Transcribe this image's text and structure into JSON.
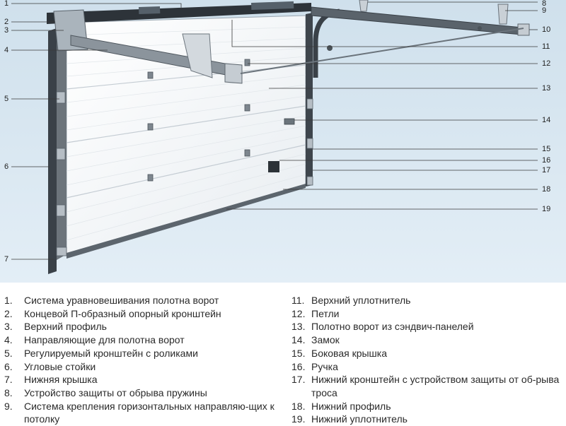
{
  "callouts": [
    "1",
    "2",
    "3",
    "4",
    "5",
    "6",
    "7",
    "8",
    "9",
    "10",
    "11",
    "12",
    "13",
    "14",
    "15",
    "16",
    "17",
    "18",
    "19"
  ],
  "legend": [
    {
      "num": "1.",
      "text": "Система уравновешивания полотна ворот"
    },
    {
      "num": "2.",
      "text": "Концевой П-образный опорный кронштейн"
    },
    {
      "num": "3.",
      "text": "Верхний профиль"
    },
    {
      "num": "4.",
      "text": "Направляющие для полотна ворот"
    },
    {
      "num": "5.",
      "text": "Регулируемый кронштейн с роликами"
    },
    {
      "num": "6.",
      "text": "Угловые стойки"
    },
    {
      "num": "7.",
      "text": "Нижняя крышка"
    },
    {
      "num": "8.",
      "text": "Устройство защиты от обрыва пружины"
    },
    {
      "num": "9.",
      "text": "Система крепления горизонтальных направляю-щих к потолку"
    },
    {
      "num": "11.",
      "text": "Верхний уплотнитель"
    },
    {
      "num": "12.",
      "text": "Петли"
    },
    {
      "num": "13.",
      "text": "Полотно ворот из сэндвич-панелей"
    },
    {
      "num": "14.",
      "text": "Замок"
    },
    {
      "num": "15.",
      "text": "Боковая крышка"
    },
    {
      "num": "16.",
      "text": "Ручка"
    },
    {
      "num": "17.",
      "text": "Нижний кронштейн с устройством защиты от об-рыва троса"
    },
    {
      "num": "18.",
      "text": "Нижний профиль"
    },
    {
      "num": "19.",
      "text": "Нижний уплотнитель"
    }
  ]
}
